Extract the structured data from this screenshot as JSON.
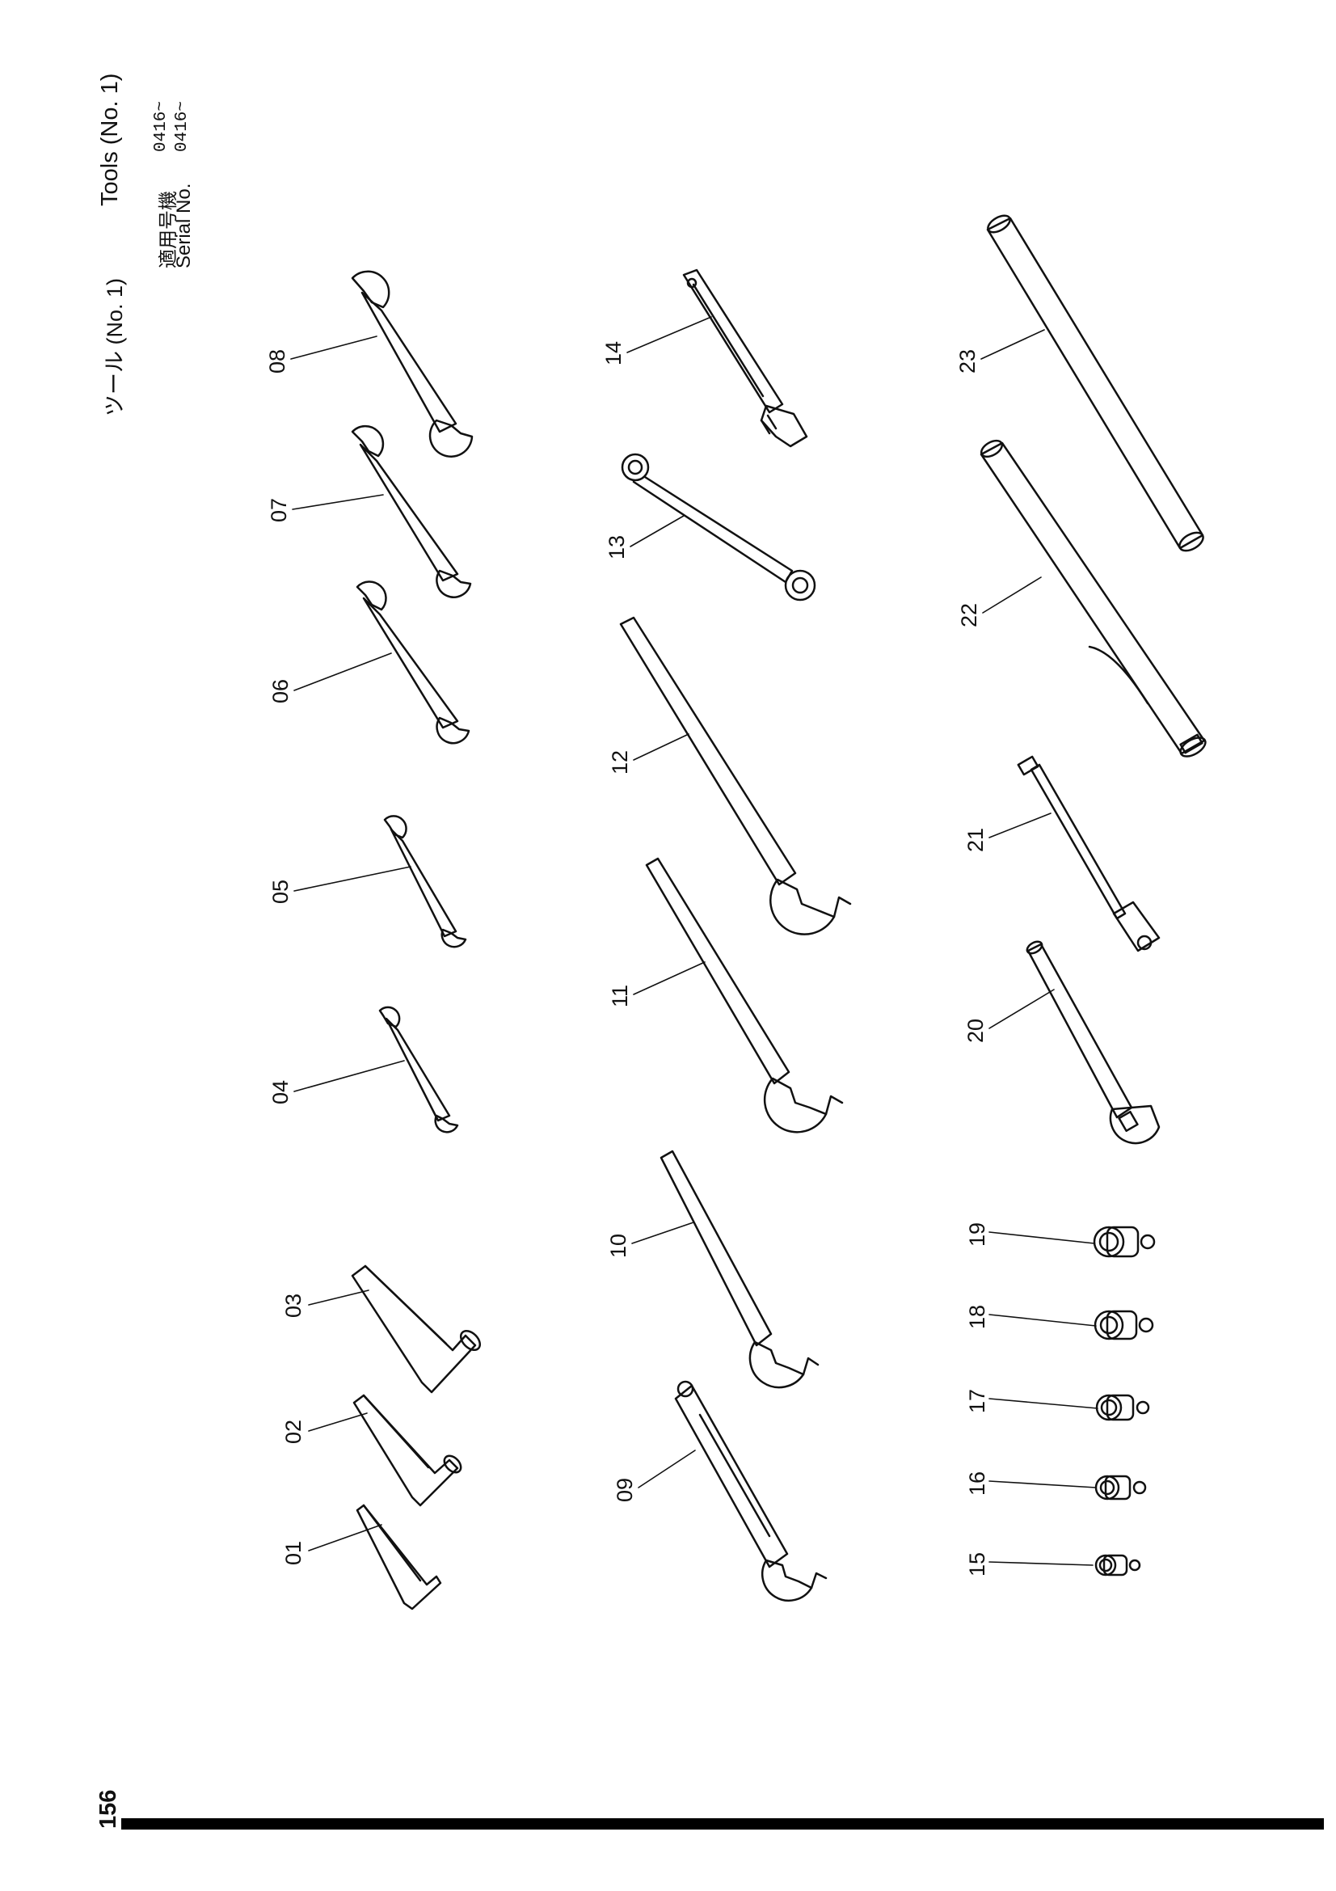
{
  "header": {
    "title_jp": "ツール (No. 1)",
    "title_en": "Tools (No. 1)",
    "serial_label_jp": "適用号機",
    "serial_label_en": "Serial No.",
    "serial_value_jp": "0416~",
    "serial_value_en": "0416~"
  },
  "page_number": "156",
  "parts": [
    {
      "id": "01",
      "label": "01",
      "kind": "hex-key"
    },
    {
      "id": "02",
      "label": "02",
      "kind": "hex-key"
    },
    {
      "id": "03",
      "label": "03",
      "kind": "hex-key"
    },
    {
      "id": "04",
      "label": "04",
      "kind": "double-open-wrench"
    },
    {
      "id": "05",
      "label": "05",
      "kind": "double-open-wrench"
    },
    {
      "id": "06",
      "label": "06",
      "kind": "double-open-wrench"
    },
    {
      "id": "07",
      "label": "07",
      "kind": "double-open-wrench"
    },
    {
      "id": "08",
      "label": "08",
      "kind": "double-open-wrench"
    },
    {
      "id": "09",
      "label": "09",
      "kind": "single-open-wrench"
    },
    {
      "id": "10",
      "label": "10",
      "kind": "single-open-wrench"
    },
    {
      "id": "11",
      "label": "11",
      "kind": "single-open-wrench"
    },
    {
      "id": "12",
      "label": "12",
      "kind": "single-open-wrench"
    },
    {
      "id": "13",
      "label": "13",
      "kind": "ring-wrench"
    },
    {
      "id": "14",
      "label": "14",
      "kind": "adjustable-wrench"
    },
    {
      "id": "15",
      "label": "15",
      "kind": "socket"
    },
    {
      "id": "16",
      "label": "16",
      "kind": "socket"
    },
    {
      "id": "17",
      "label": "17",
      "kind": "socket"
    },
    {
      "id": "18",
      "label": "18",
      "kind": "socket"
    },
    {
      "id": "19",
      "label": "19",
      "kind": "socket"
    },
    {
      "id": "20",
      "label": "20",
      "kind": "socket-handle"
    },
    {
      "id": "21",
      "label": "21",
      "kind": "extension-bar"
    },
    {
      "id": "22",
      "label": "22",
      "kind": "pipe"
    },
    {
      "id": "23",
      "label": "23",
      "kind": "pipe"
    }
  ]
}
